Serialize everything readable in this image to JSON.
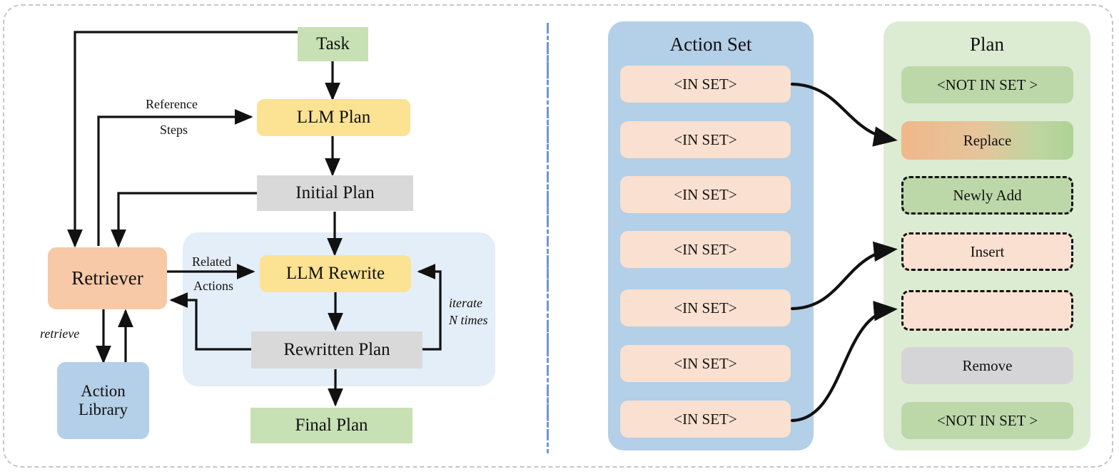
{
  "left_panel": {
    "nodes": {
      "task": "Task",
      "llm_plan": "LLM Plan",
      "initial_plan": "Initial Plan",
      "retriever": "Retriever",
      "action_library_line1": "Action",
      "action_library_line2": "Library",
      "llm_rewrite": "LLM Rewrite",
      "rewritten_plan": "Rewritten Plan",
      "final_plan": "Final Plan"
    },
    "edge_labels": {
      "reference": "Reference",
      "steps": "Steps",
      "related": "Related",
      "actions": "Actions",
      "retrieve": "retrieve",
      "iterate_line1": "iterate",
      "iterate_line2": "N times"
    }
  },
  "right_panel": {
    "action_set": {
      "title": "Action Set",
      "items": [
        "<IN SET>",
        "<IN SET>",
        "<IN SET>",
        "<IN SET>",
        "<IN SET>",
        "<IN SET>",
        "<IN SET>"
      ]
    },
    "plan": {
      "title": "Plan",
      "items": [
        {
          "label": "<NOT IN SET >",
          "style": "green"
        },
        {
          "label": "Replace",
          "style": "gradient"
        },
        {
          "label": "Newly Add",
          "style": "green-dashed"
        },
        {
          "label": "Insert",
          "style": "peach-dashed"
        },
        {
          "label": "",
          "style": "peach-dashed"
        },
        {
          "label": "Remove",
          "style": "grey"
        },
        {
          "label": "<NOT IN SET >",
          "style": "green"
        }
      ]
    }
  },
  "colors": {
    "green_box": "#c7e0b4",
    "yellow_box": "#fce293",
    "grey_box": "#d9d9d9",
    "peach_box": "#f7c9a6",
    "blue_box": "#b4cfe8",
    "rewrite_panel": "#e4eef8",
    "plan_panel": "#dcecd2",
    "chip_peach": "#fae0d0",
    "chip_green": "#bcd8a8",
    "divider_blue": "#6f97cf",
    "frame_grey": "#c6c6c6",
    "arrow_black": "#111111"
  }
}
